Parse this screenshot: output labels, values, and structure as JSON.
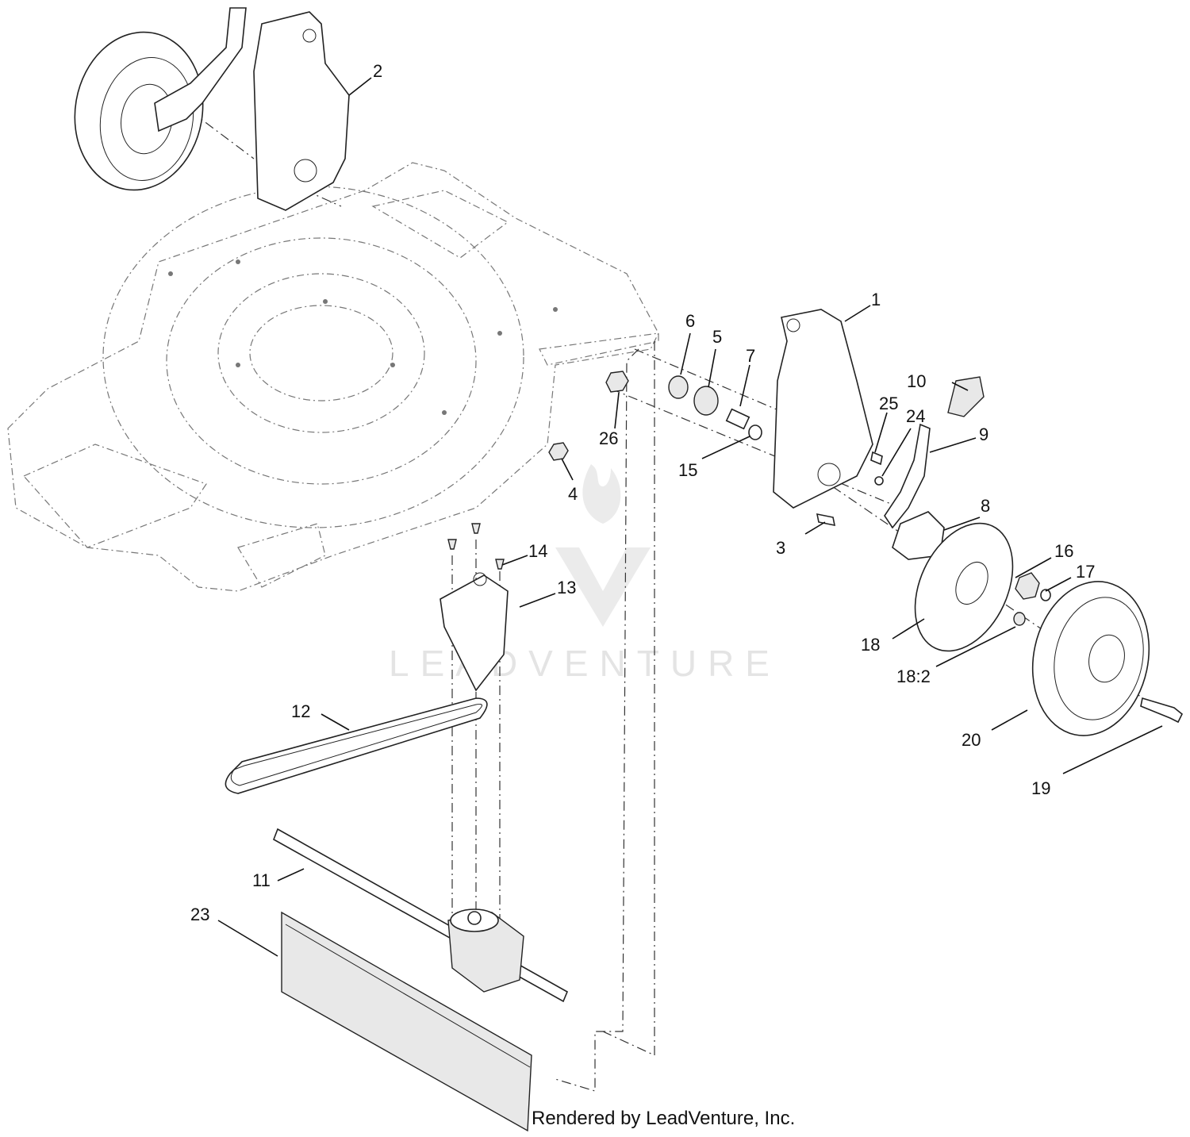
{
  "watermark": {
    "text": "LEADVENTURE"
  },
  "footer": {
    "credit": "Rendered by LeadVenture, Inc."
  },
  "callouts": {
    "c1": "1",
    "c2": "2",
    "c3": "3",
    "c4": "4",
    "c5": "5",
    "c6": "6",
    "c7": "7",
    "c8": "8",
    "c9": "9",
    "c10": "10",
    "c11": "11",
    "c12": "12",
    "c13": "13",
    "c14": "14",
    "c15": "15",
    "c16": "16",
    "c17": "17",
    "c18": "18",
    "c18_2": "18:2",
    "c19": "19",
    "c20": "20",
    "c23": "23",
    "c24": "24",
    "c25": "25",
    "c26": "26"
  }
}
